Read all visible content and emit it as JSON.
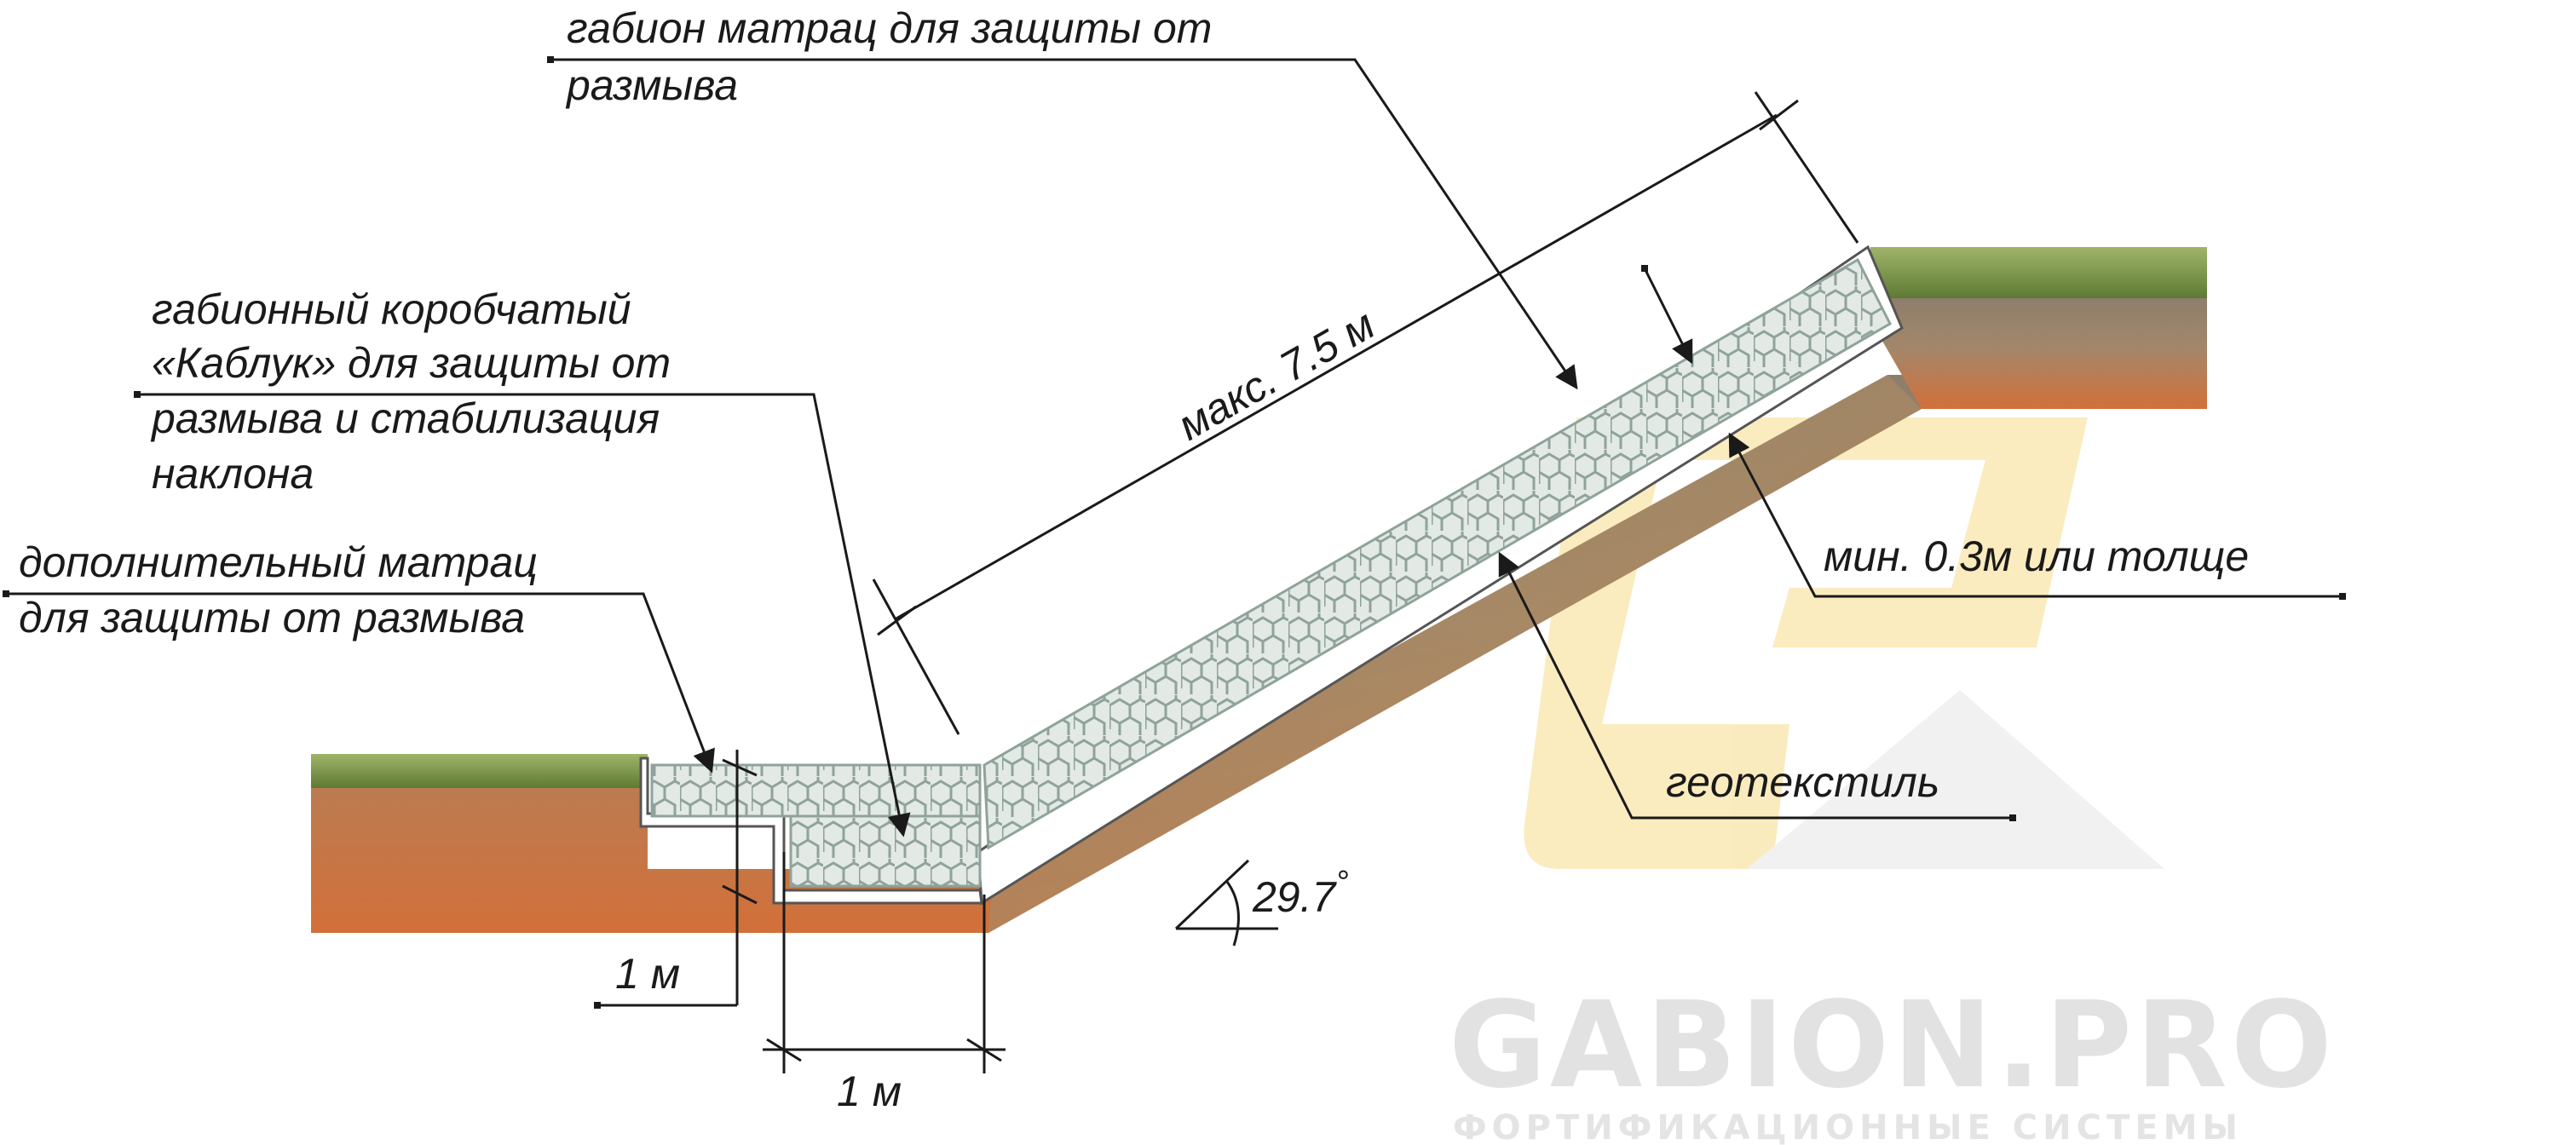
{
  "labels": {
    "mattress": [
      "габион матрац для защиты от",
      "размыва"
    ],
    "heel": [
      "габионный коробчатый",
      "«Каблук» для защиты от",
      "размыва и стабилизация",
      "наклона"
    ],
    "extra_mattress": [
      "дополнительный матрац",
      "для защиты от размыва"
    ],
    "thickness": "мин. 0.3м или толще",
    "geotextile": "геотекстиль",
    "length": "макс. 7.5 м",
    "angle": "29.7",
    "angle_unit": "°",
    "dim_vertical": "1 м",
    "dim_horizontal": "1 м"
  },
  "watermark": {
    "brand": "GABION.PRO",
    "tagline": "ФОРТИФИКАЦИОННЫЕ СИСТЕМЫ"
  },
  "colors": {
    "soil_top": "#8a7a68",
    "soil_bottom": "#d2703a",
    "grass": "#6f8a3c",
    "gabion_fill": "#dfe6e2",
    "gabion_mesh": "#8fa39a",
    "line": "#1a1a1a",
    "logo": "#f6dc8a"
  }
}
